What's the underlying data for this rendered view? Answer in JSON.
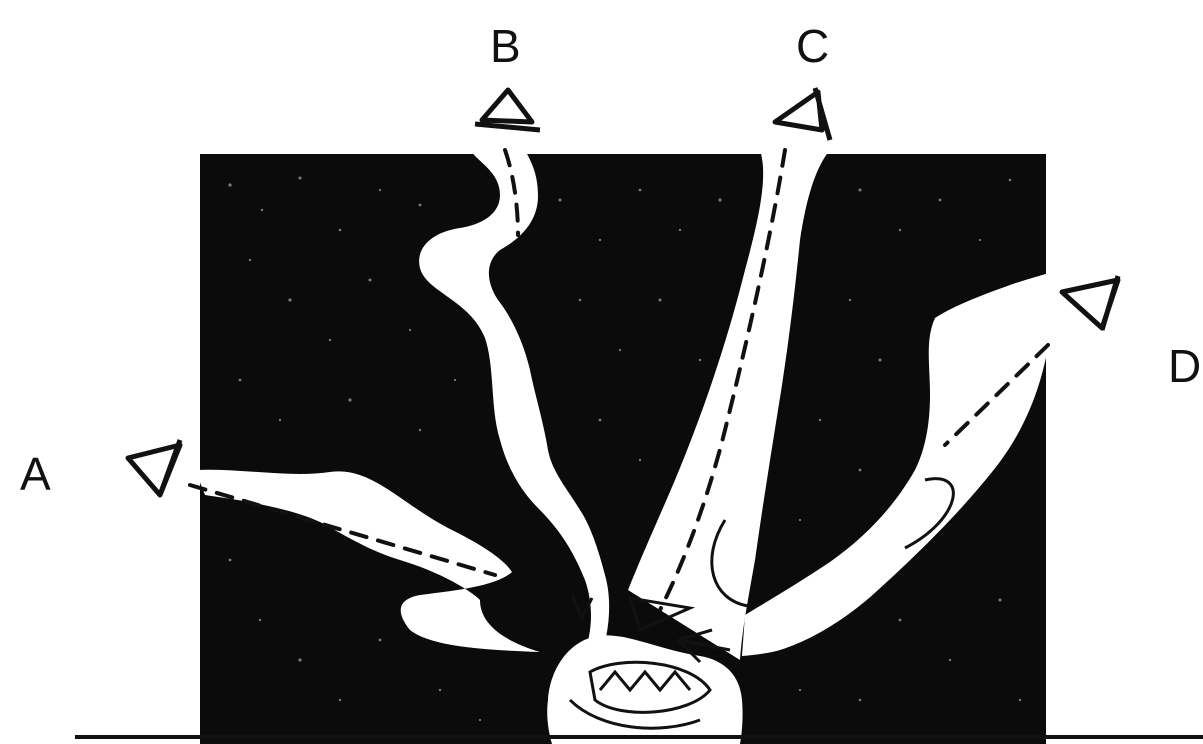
{
  "diagram": {
    "labels": {
      "a": "A",
      "b": "B",
      "c": "C",
      "d": "D"
    },
    "colors": {
      "background": "#ffffff",
      "fill": "#0b0b0b",
      "stroke": "#111111",
      "speckle": "#d8d8d8"
    },
    "icons": {
      "viewer": "eye-triangle-icon"
    }
  }
}
